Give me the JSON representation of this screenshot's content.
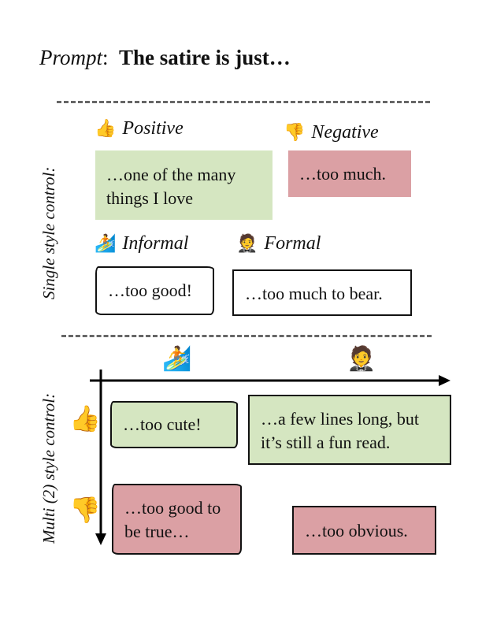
{
  "prompt": {
    "label": "Prompt",
    "text": "The satire is just…"
  },
  "single": {
    "side_label": "Single style control:",
    "positive": {
      "label": "Positive",
      "icon": "thumbs-up-icon",
      "text": "…one of the many things I love"
    },
    "negative": {
      "label": "Negative",
      "icon": "thumbs-down-icon",
      "text": "…too much."
    },
    "informal": {
      "label": "Informal",
      "icon": "surfer-icon",
      "text": "…too good!"
    },
    "formal": {
      "label": "Formal",
      "icon": "person-in-tuxedo-icon",
      "text": "…too much to bear."
    }
  },
  "multi": {
    "side_label": "Multi (2) style control:",
    "x_axis_icons": [
      "surfer-icon",
      "person-in-tuxedo-icon"
    ],
    "y_axis_icons": [
      "thumbs-up-icon",
      "thumbs-down-icon"
    ],
    "cells": {
      "informal_positive": "…too cute!",
      "formal_positive": "…a few lines long, but it’s still a fun read.",
      "informal_negative": "…too good to be true…",
      "formal_negative": "…too obvious."
    }
  },
  "colors": {
    "positive_fill": "#d5e6c1",
    "negative_fill": "#dba0a4",
    "divider": "#666666"
  }
}
